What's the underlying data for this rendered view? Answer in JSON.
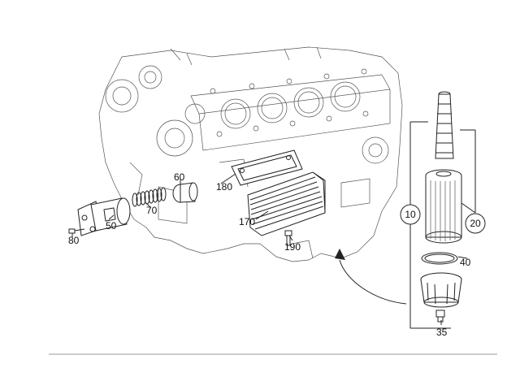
{
  "diagram": {
    "callouts": {
      "c10": "10",
      "c20": "20",
      "c35": "35",
      "c40": "40",
      "c50": "50",
      "c60": "60",
      "c70": "70",
      "c80": "80",
      "c170": "170",
      "c180": "180",
      "c190": "190"
    },
    "colors": {
      "line": "#222222",
      "background": "#ffffff",
      "rule": "#999999"
    }
  }
}
